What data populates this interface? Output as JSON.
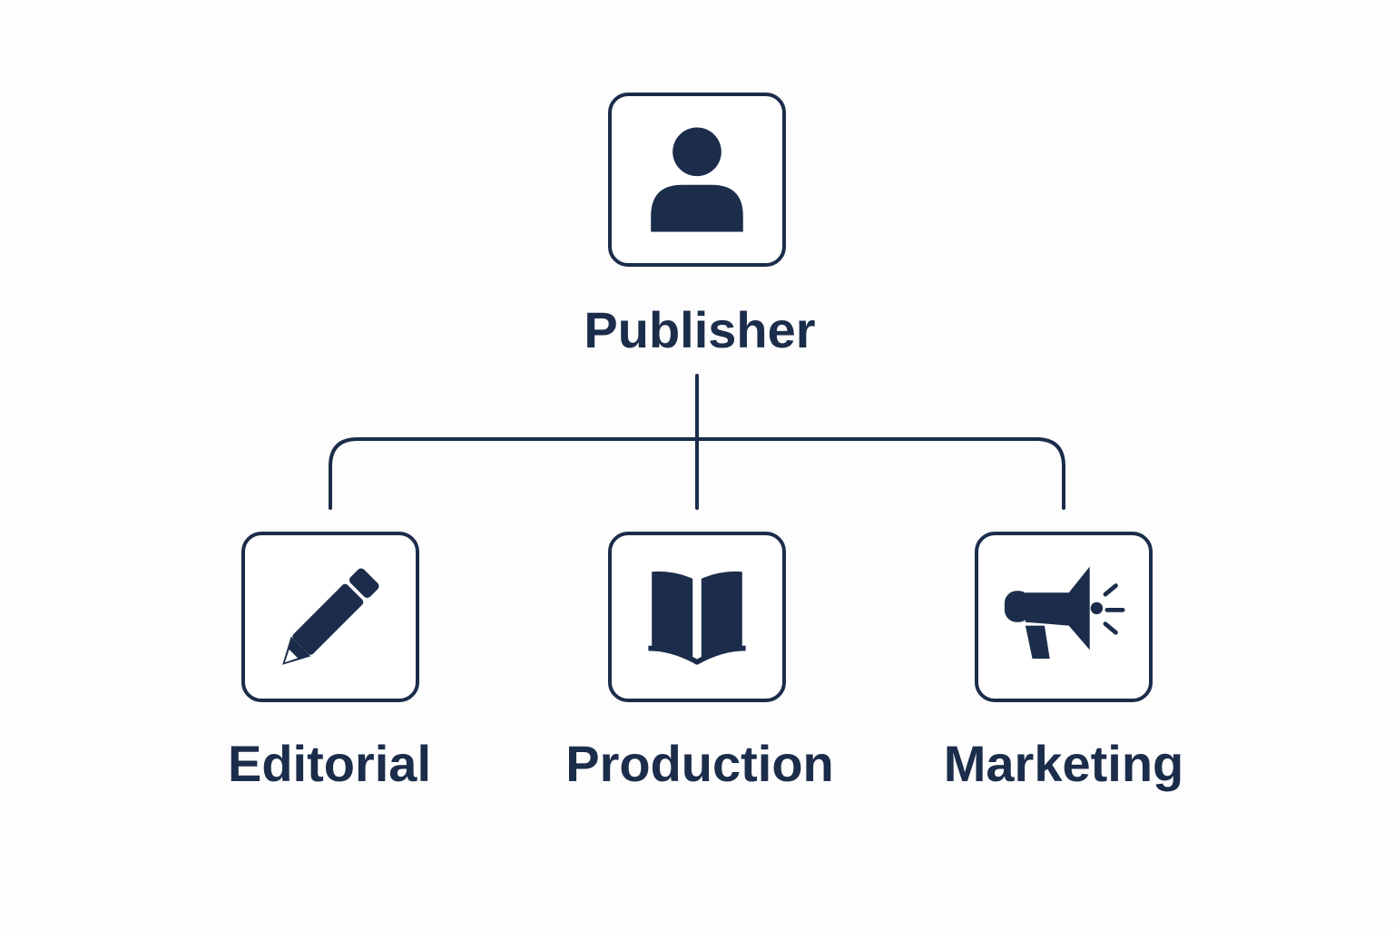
{
  "colors": {
    "primary": "#1b2d4a",
    "background": "#fdfdfd",
    "box_fill": "#ffffff"
  },
  "root": {
    "label": "Publisher",
    "icon": "person-icon"
  },
  "departments": [
    {
      "label": "Editorial",
      "icon": "pencil-icon"
    },
    {
      "label": "Production",
      "icon": "open-book-icon"
    },
    {
      "label": "Marketing",
      "icon": "megaphone-icon"
    }
  ]
}
